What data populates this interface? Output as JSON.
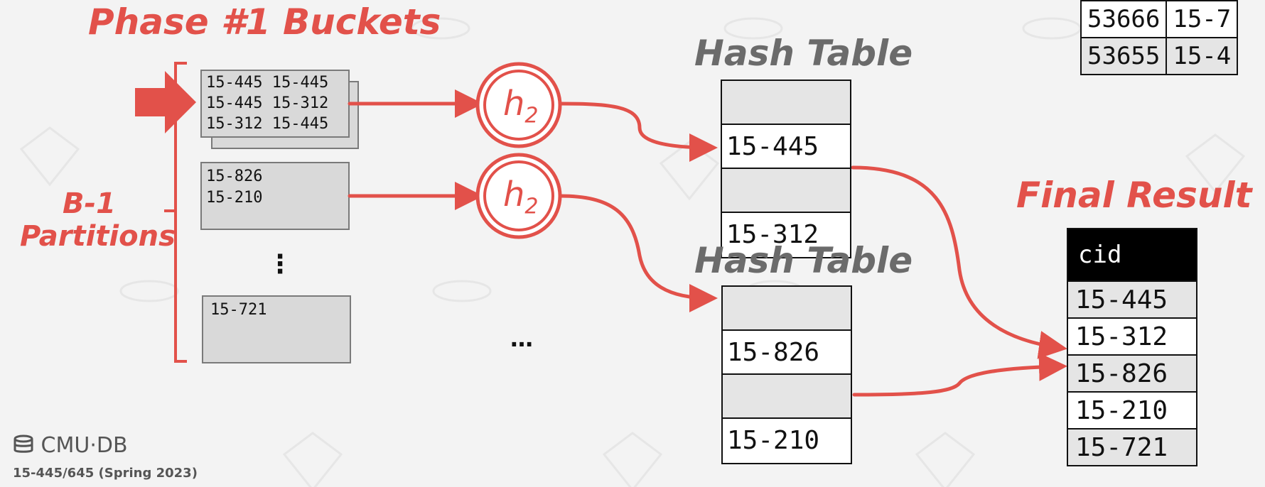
{
  "title": "Phase #1 Buckets",
  "partitions_label_line1": "B-1",
  "partitions_label_line2": "Partitions",
  "buckets": [
    {
      "lines": [
        "15-445 15-445",
        "15-445 15-312",
        "15-312 15-445"
      ],
      "back_line": "15-445 15-445"
    },
    {
      "lines": [
        "15-826",
        "15-210"
      ]
    },
    {
      "lines": [
        "15-721"
      ]
    }
  ],
  "vertical_ellipsis": "⋮",
  "horizontal_ellipsis": "…",
  "hash_fn": "h",
  "hash_fn_sub": "2",
  "hash_table_label": "Hash Table",
  "hash_tables": [
    {
      "cells": [
        "",
        "15-445",
        "",
        "15-312"
      ]
    },
    {
      "cells": [
        "",
        "15-826",
        "",
        "15-210"
      ]
    }
  ],
  "top_right_table": [
    [
      "53666",
      "15-7"
    ],
    [
      "53655",
      "15-4"
    ]
  ],
  "final_result": {
    "title": "Final Result",
    "header": "cid",
    "rows": [
      "15-445",
      "15-312",
      "15-826",
      "15-210",
      "15-721"
    ]
  },
  "footer": {
    "logo": "CMU·DB",
    "course": "15-445/645 (Spring 2023)"
  },
  "colors": {
    "accent": "#e2514a",
    "gray_title": "#6b6b6b"
  }
}
